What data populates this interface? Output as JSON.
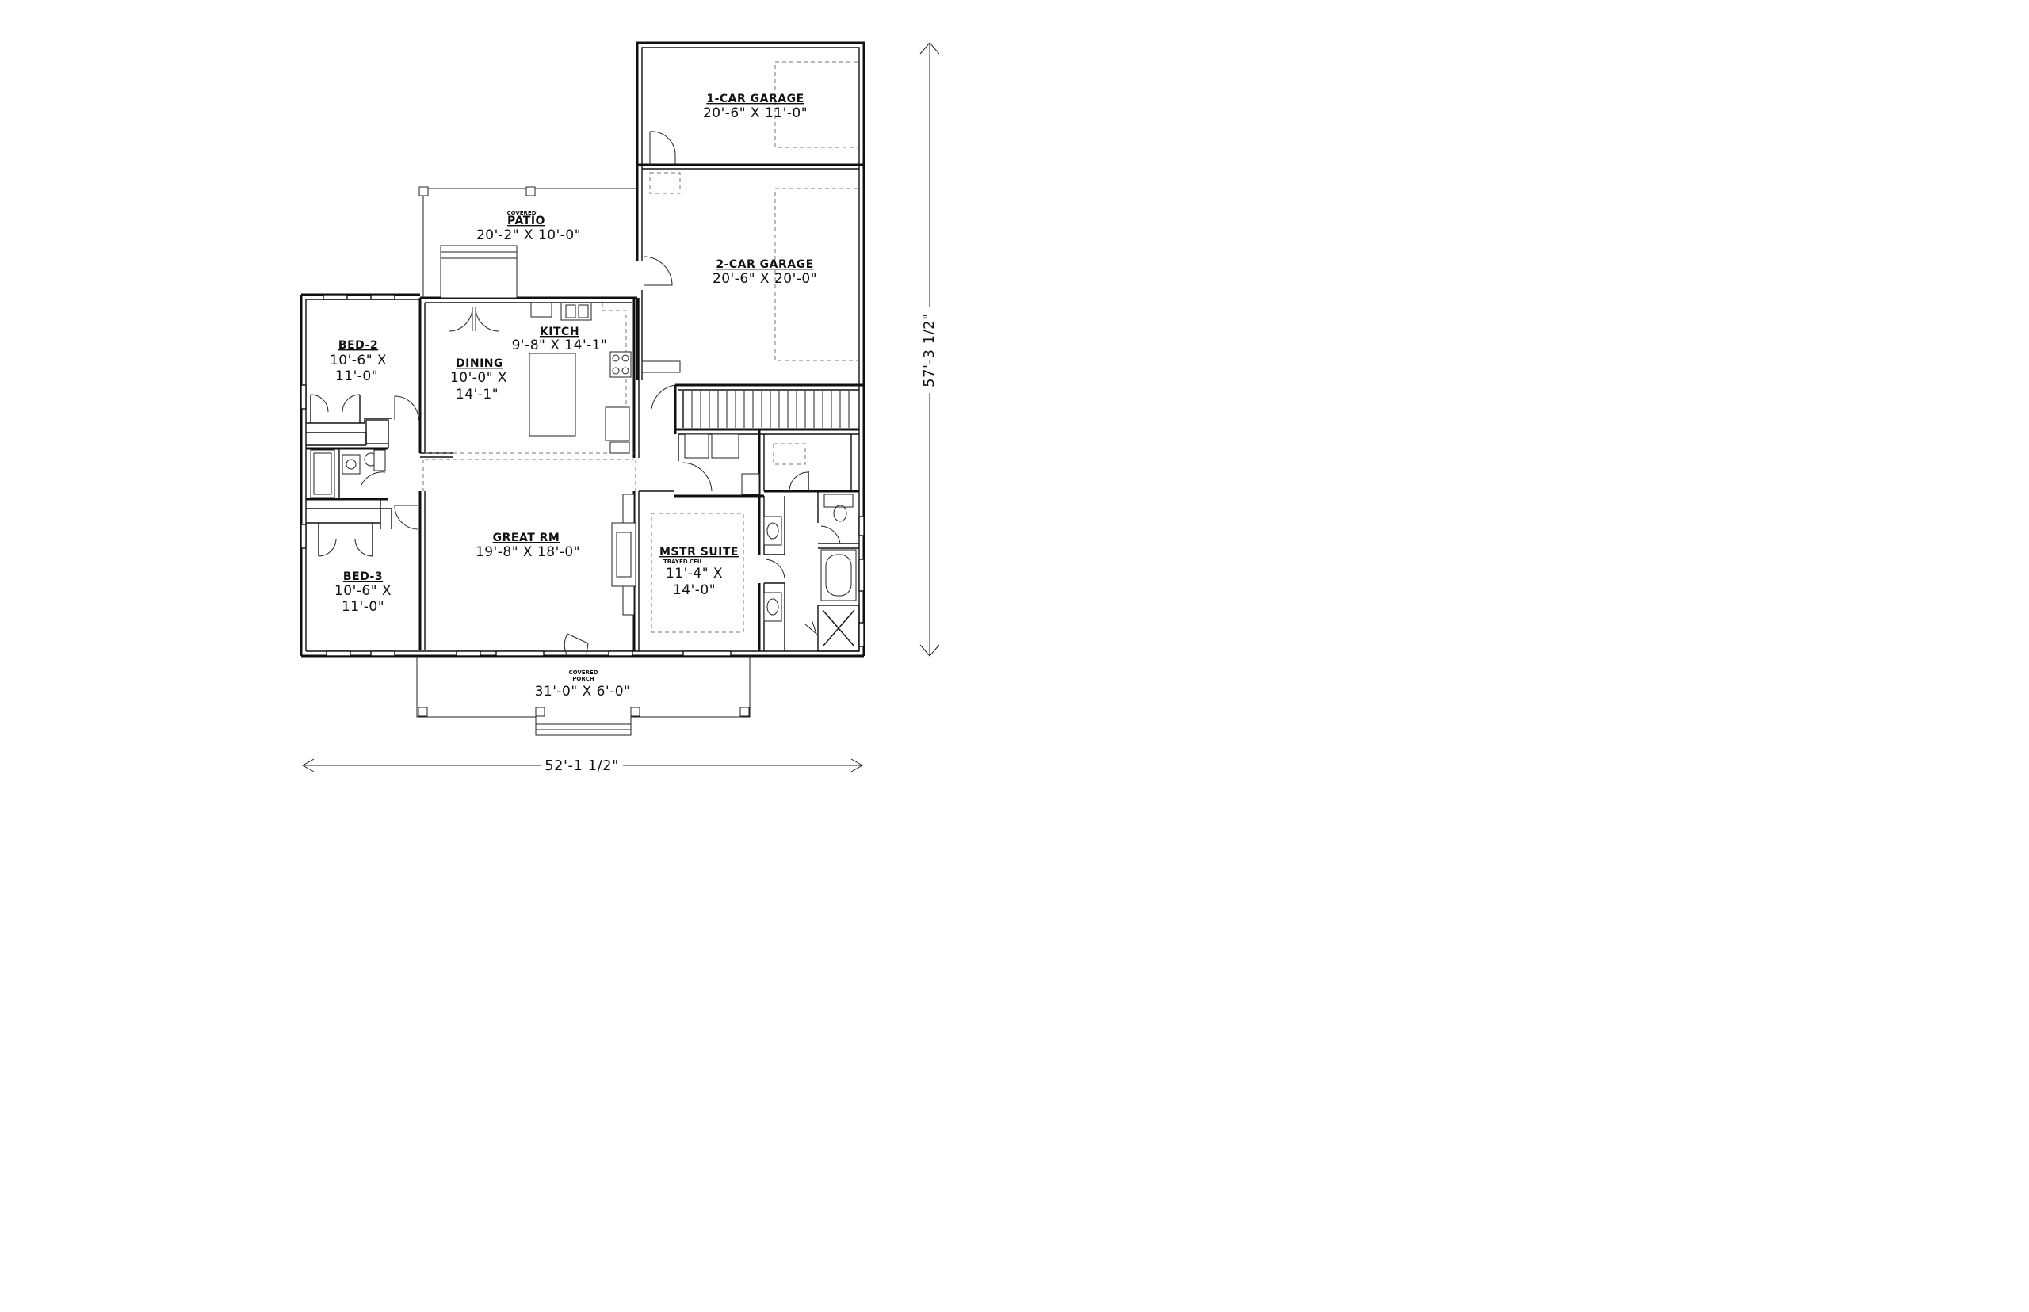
{
  "rooms": {
    "garage1": {
      "name": "1-CAR GARAGE",
      "dims": "20'-6\" X 11'-0\""
    },
    "garage2": {
      "name": "2-CAR GARAGE",
      "dims": "20'-6\" X 20'-0\""
    },
    "patio": {
      "caption": "COVERED",
      "name": "PATIO",
      "dims": "20'-2\" X 10'-0\""
    },
    "kitchen": {
      "name": "KITCH",
      "dims": "9'-8\" X 14'-1\""
    },
    "dining": {
      "name": "DINING",
      "dims_line1": "10'-0\" X",
      "dims_line2": "14'-1\""
    },
    "bed2": {
      "name": "BED-2",
      "dims_line1": "10'-6\" X",
      "dims_line2": "11'-0\""
    },
    "bed3": {
      "name": "BED-3",
      "dims_line1": "10'-6\" X",
      "dims_line2": "11'-0\""
    },
    "great_room": {
      "name": "GREAT RM",
      "dims": "19'-8\" X 18'-0\""
    },
    "master_suite": {
      "name": "MSTR SUITE",
      "note": "TRAYED CEIL",
      "dims_line1": "11'-4\" X",
      "dims_line2": "14'-0\""
    },
    "porch": {
      "caption_line1": "COVERED",
      "caption_line2": "PORCH",
      "dims": "31'-0\" X 6'-0\""
    }
  },
  "overall": {
    "width": "52'-1 1/2\"",
    "depth": "57'-3 1/2\""
  }
}
